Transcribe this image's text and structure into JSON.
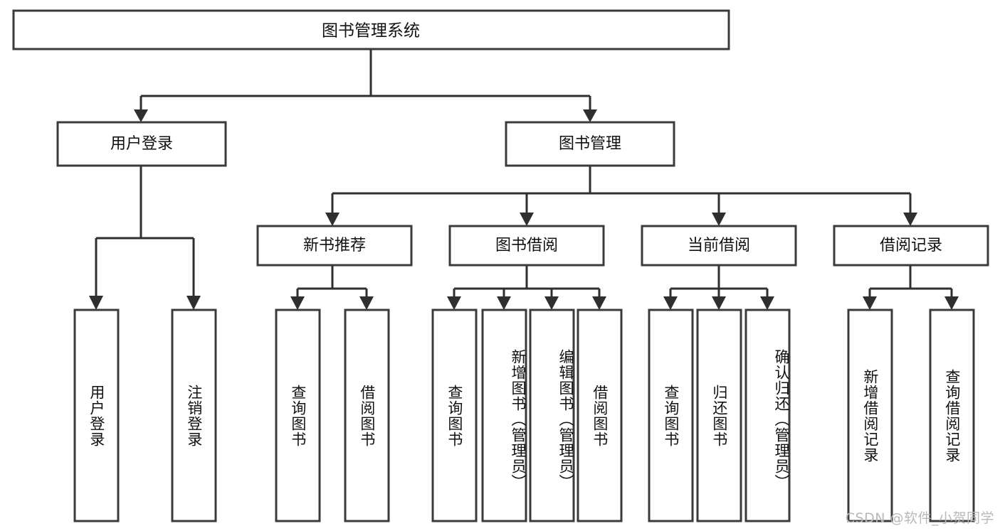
{
  "diagram": {
    "title": "图书管理系统",
    "type": "tree-hierarchy-chart",
    "orientation": "top-down",
    "box_fill": "#ffffff",
    "box_stroke": "#3b3b3b",
    "connector_color": "#2f2f2f",
    "text_color": "#111111"
  },
  "watermark": {
    "text": "CSDN @软件_小贺同学",
    "color": "#b9b9b9"
  },
  "root": {
    "label": "图书管理系统"
  },
  "level2": [
    {
      "label": "用户登录"
    },
    {
      "label": "图书管理"
    }
  ],
  "level3": [
    {
      "label": "新书推荐"
    },
    {
      "label": "图书借阅"
    },
    {
      "label": "当前借阅"
    },
    {
      "label": "借阅记录"
    }
  ],
  "leaves": {
    "user_login": [
      {
        "label": "用户登录"
      },
      {
        "label": "注销登录"
      }
    ],
    "new_book_recommend": [
      {
        "label": "查询图书"
      },
      {
        "label": "借阅图书"
      }
    ],
    "book_borrow": [
      {
        "label": "查询图书"
      },
      {
        "label": "新增图书（管理员）"
      },
      {
        "label": "编辑图书（管理员）"
      },
      {
        "label": "借阅图书"
      }
    ],
    "current_borrow": [
      {
        "label": "查询图书"
      },
      {
        "label": "归还图书"
      },
      {
        "label": "确认归还（管理员）"
      }
    ],
    "borrow_record": [
      {
        "label": "新增借阅记录"
      },
      {
        "label": "查询借阅记录"
      }
    ]
  }
}
